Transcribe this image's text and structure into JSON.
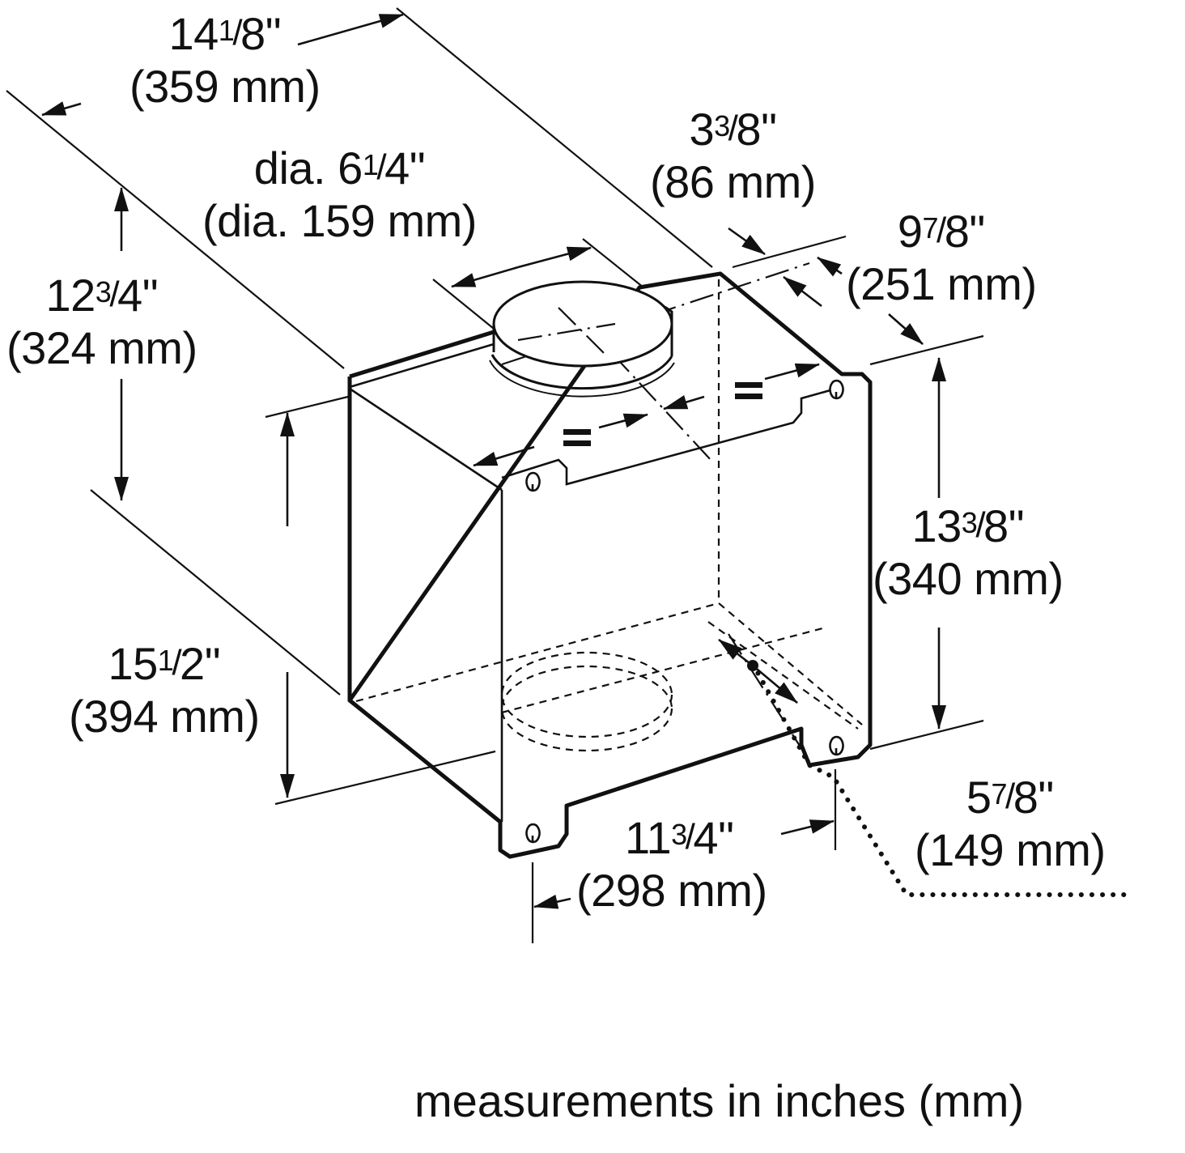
{
  "diagram": {
    "type": "technical-dimension-drawing",
    "subject": "duct box with round exhaust collar",
    "dimensions": {
      "depth_top": {
        "whole": "14",
        "num": "1",
        "den": "8",
        "metric": "(359 mm)"
      },
      "duct_diameter": {
        "prefix": "dia. ",
        "whole": "6",
        "num": "1",
        "den": "4",
        "metric": "(dia. 159 mm)"
      },
      "collar_offset": {
        "whole": "3",
        "num": "3",
        "den": "8",
        "metric": "(86 mm)"
      },
      "side_offset": {
        "whole": "9",
        "num": "7",
        "den": "8",
        "metric": "(251 mm)"
      },
      "top_height": {
        "whole": "12",
        "num": "3",
        "den": "4",
        "metric": "(324 mm)"
      },
      "right_height": {
        "whole": "13",
        "num": "3",
        "den": "8",
        "metric": "(340 mm)"
      },
      "left_height": {
        "whole": "15",
        "num": "1",
        "den": "2",
        "metric": "(394 mm)"
      },
      "bottom_width": {
        "whole": "11",
        "num": "3",
        "den": "4",
        "metric": "(298 mm)"
      },
      "hole_spacing": {
        "whole": "5",
        "num": "7",
        "den": "8",
        "metric": "(149 mm)"
      }
    },
    "equal_marks": [
      "=",
      "="
    ],
    "footer": "measurements in inches (mm)",
    "line_color": "#111111",
    "background": "#ffffff"
  }
}
